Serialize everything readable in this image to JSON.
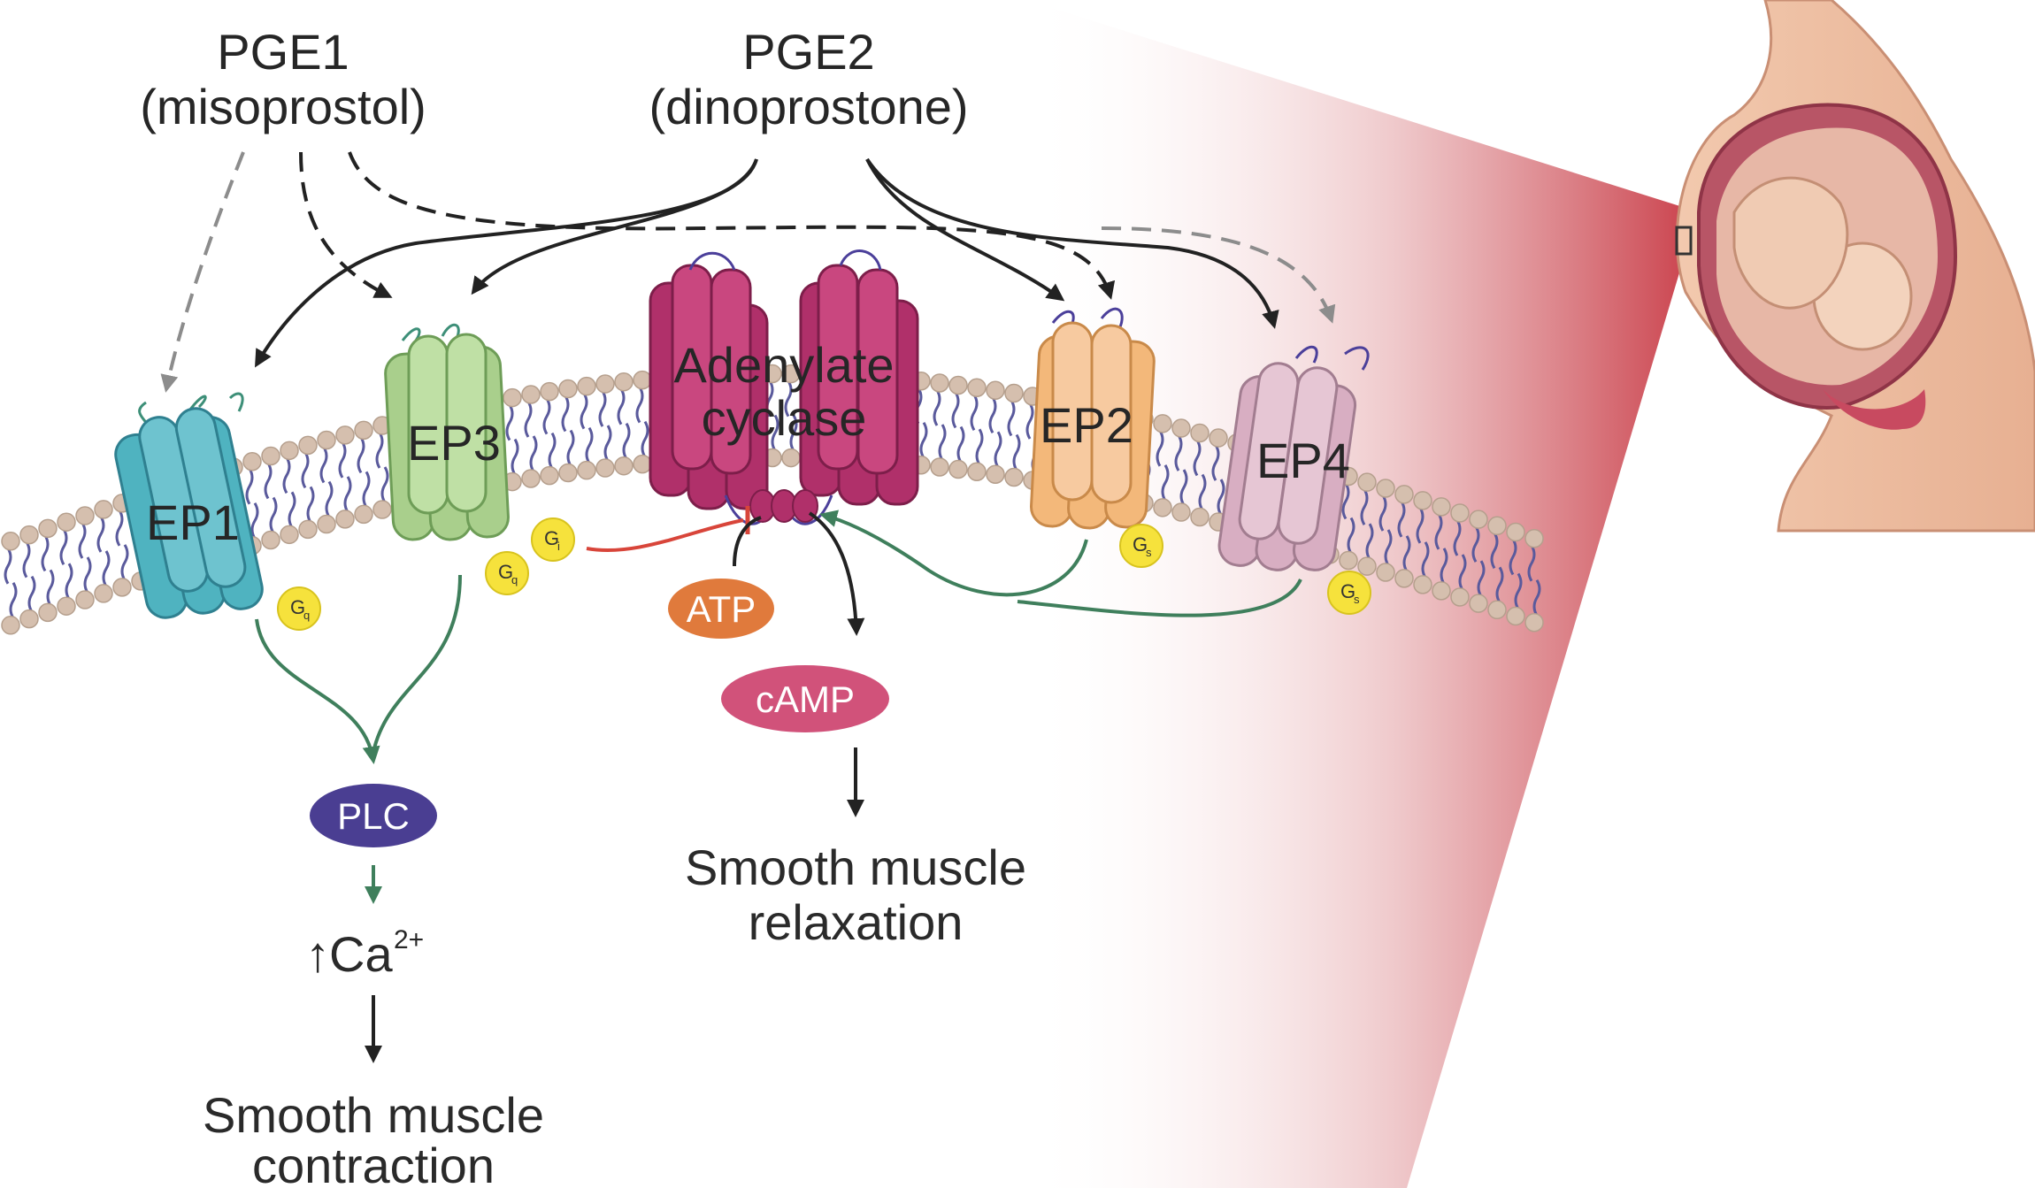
{
  "ligands": {
    "pge1": {
      "name": "PGE1",
      "drug": "(misoprostol)"
    },
    "pge2": {
      "name": "PGE2",
      "drug": "(dinoprostone)"
    }
  },
  "receptors": {
    "ep1": "EP1",
    "ep3": "EP3",
    "ep2": "EP2",
    "ep4": "EP4",
    "adenylate_cyclase": [
      "Adenylate",
      "cyclase"
    ]
  },
  "g_proteins": {
    "ep1": {
      "letter": "G",
      "sub": "q"
    },
    "ep3_q": {
      "letter": "G",
      "sub": "q"
    },
    "ep3_i": {
      "letter": "G",
      "sub": "i"
    },
    "ep2": {
      "letter": "G",
      "sub": "s"
    },
    "ep4": {
      "letter": "G",
      "sub": "s"
    }
  },
  "molecules": {
    "atp": "ATP",
    "camp": "cAMP",
    "plc": "PLC",
    "calcium": {
      "arrow": "↑",
      "ion": "Ca",
      "charge": "2+"
    }
  },
  "outcomes": {
    "relaxation": [
      "Smooth muscle",
      "relaxation"
    ],
    "contraction": [
      "Smooth muscle",
      "contraction"
    ]
  },
  "colors": {
    "ep1": "#4fb3c0",
    "ep3": "#a9cf8c",
    "adenylate_cyclase": "#b0306a",
    "ep2": "#f3b87a",
    "ep4": "#d8aec2",
    "g_protein": "#f6e23c",
    "atp": "#e07a3c",
    "camp": "#d1527a",
    "plc": "#4a3e92",
    "stimulation_arrow": "#3f7f5c",
    "inhibition_arrow": "#d8453a",
    "membrane_head": "#d5bfae",
    "membrane_tail": "#5a5a9c",
    "zoom_gradient": "#c93c47"
  }
}
